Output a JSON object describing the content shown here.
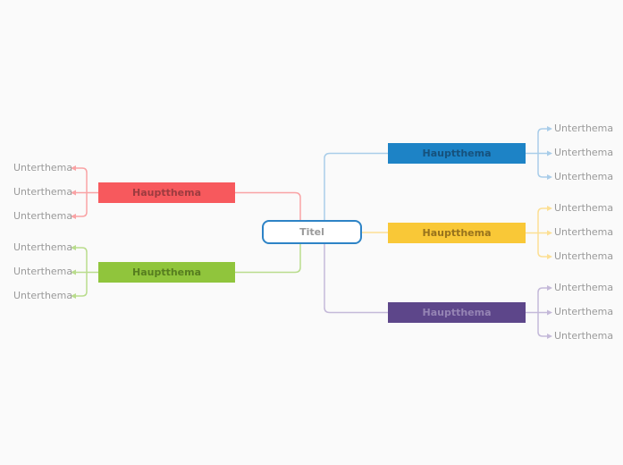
{
  "styles": {
    "background": "#fafafa",
    "root_border": "#2d83c6",
    "root_fill": "#ffffff",
    "root_text": "#9a9a9a",
    "subtopic_text": "#9a9a9a"
  },
  "root": {
    "label": "Titel"
  },
  "branches": [
    {
      "name": "red",
      "side": "left",
      "label": "Hauptthema",
      "fill": "#f7595d",
      "text_color": "#9c3b3f",
      "line_color": "#f9a3a5",
      "children": [
        "Unterthema",
        "Unterthema",
        "Unterthema"
      ]
    },
    {
      "name": "green",
      "side": "left",
      "label": "Hauptthema",
      "fill": "#90c53c",
      "text_color": "#567d1f",
      "line_color": "#b9dc8d",
      "children": [
        "Unterthema",
        "Unterthema",
        "Unterthema"
      ]
    },
    {
      "name": "blue",
      "side": "right",
      "label": "Hauptthema",
      "fill": "#1d83c6",
      "text_color": "#16517c",
      "line_color": "#a9cde9",
      "children": [
        "Unterthema",
        "Unterthema",
        "Unterthema"
      ]
    },
    {
      "name": "yellow",
      "side": "right",
      "label": "Hauptthema",
      "fill": "#f9c837",
      "text_color": "#97721c",
      "line_color": "#fcdf94",
      "children": [
        "Unterthema",
        "Unterthema",
        "Unterthema"
      ]
    },
    {
      "name": "purple",
      "side": "right",
      "label": "Hauptthema",
      "fill": "#5d468a",
      "text_color": "#9584b4",
      "line_color": "#c4b9d9",
      "children": [
        "Unterthema",
        "Unterthema",
        "Unterthema"
      ]
    }
  ]
}
